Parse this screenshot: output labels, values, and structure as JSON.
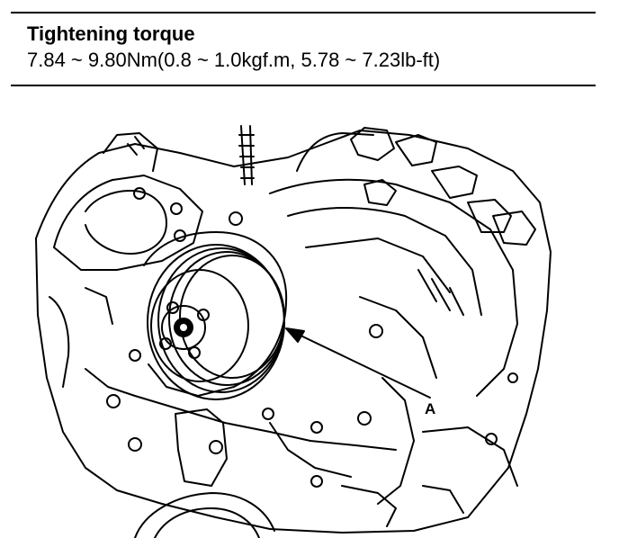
{
  "spec": {
    "title": "Tightening torque",
    "value": "7.84 ~ 9.80Nm(0.8 ~ 1.0kgf.m, 5.78 ~ 7.23lb-ft)"
  },
  "diagram": {
    "callout_label": "A"
  }
}
